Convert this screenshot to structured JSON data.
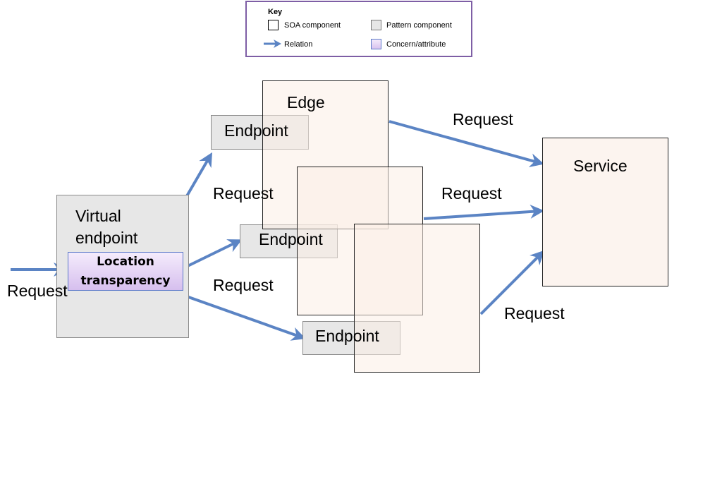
{
  "key": {
    "title": "Key",
    "soa_label": "SOA component",
    "pattern_label": "Pattern component",
    "relation_label": "Relation",
    "concern_label": "Concern/attribute"
  },
  "virtual_endpoint": {
    "line1": "Virtual",
    "line2": "endpoint"
  },
  "concern": {
    "line1": "Location",
    "line2": "transparency"
  },
  "edge_label": "Edge",
  "service_label": "Service",
  "endpoint_label": "Endpoint",
  "request_label": "Request",
  "colors": {
    "arrow": "#5b84c4",
    "key_border": "#7e5ea5",
    "pattern_fill": "#e7e7e7",
    "soa_fill": "#fbefe6",
    "concern_fill": "#d6bfee"
  }
}
